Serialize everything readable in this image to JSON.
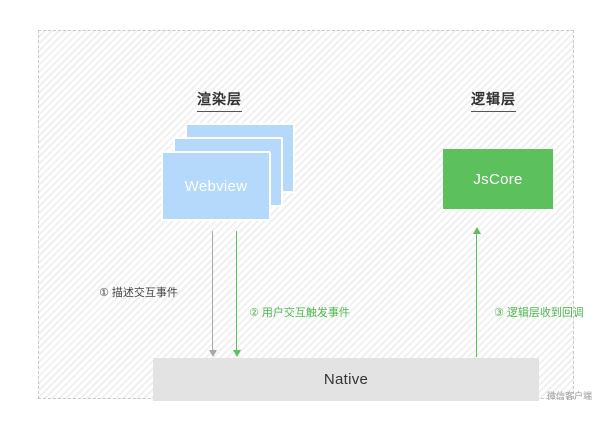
{
  "diagram": {
    "titles": {
      "render_layer": "渲染层",
      "logic_layer": "逻辑层"
    },
    "nodes": {
      "webview": "Webview",
      "jscore": "JsCore",
      "native": "Native"
    },
    "caption": "微信客户端",
    "arrows": [
      {
        "id": "describe-interaction",
        "label": "① 描述交互事件",
        "direction": "down",
        "from": "Webview",
        "to": "Native",
        "color": "#a8a8a8"
      },
      {
        "id": "user-interaction-trigger",
        "label": "② 用户交互触发事件",
        "direction": "down",
        "from": "Webview",
        "to": "Native",
        "color": "#5cc15c"
      },
      {
        "id": "logic-layer-callback",
        "label": "③ 逻辑层收到回调",
        "direction": "up",
        "from": "Native",
        "to": "JsCore",
        "color": "#5cc15c"
      }
    ],
    "colors": {
      "webview_card": "#b5d9fb",
      "jscore_box": "#5cc15c",
      "native_box": "#e3e3e3",
      "container_border": "#c9c9c9",
      "hatch": "#f0f0f0"
    }
  }
}
